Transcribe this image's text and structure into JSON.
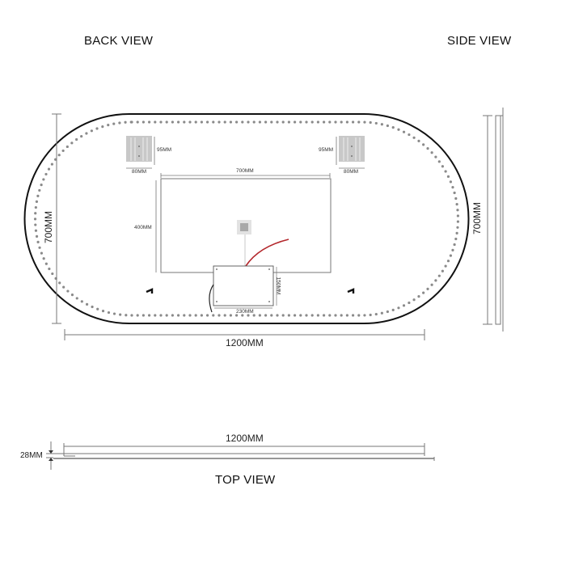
{
  "views": {
    "back": {
      "title": "BACK VIEW"
    },
    "side": {
      "title": "SIDE VIEW"
    },
    "top": {
      "title": "TOP VIEW"
    }
  },
  "dimensions": {
    "overall_height": "700MM",
    "overall_width": "1200MM",
    "inner_panel_width": "700MM",
    "inner_panel_height": "400MM",
    "bracket_height_left": "95MM",
    "bracket_width_left": "80MM",
    "bracket_height_right": "95MM",
    "bracket_width_right": "80MM",
    "driver_box_width": "230MM",
    "driver_box_height": "150MM",
    "side_height": "700MM",
    "top_width": "1200MM",
    "top_depth": "28MM"
  },
  "colors": {
    "outline": "#111111",
    "dimension_line": "#777777",
    "led_dots": "#8a8a8a",
    "bracket_fill": "#c8c8c8",
    "wire_red": "#b3262b"
  }
}
